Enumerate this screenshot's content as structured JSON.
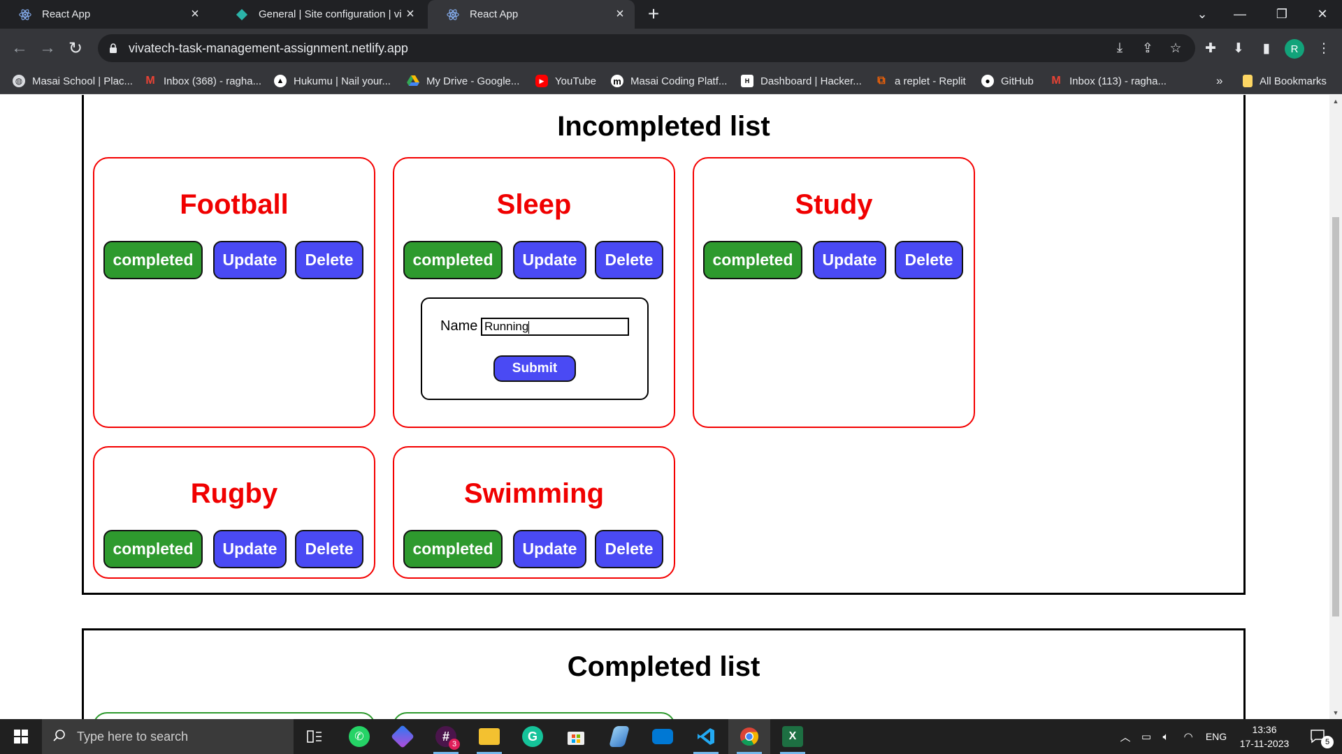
{
  "browser": {
    "tabs": [
      {
        "title": "React App",
        "icon": "react-icon",
        "active": false
      },
      {
        "title": "General | Site configuration | viv",
        "icon": "netlify-icon",
        "active": false
      },
      {
        "title": "React App",
        "icon": "react-icon",
        "active": true
      }
    ],
    "new_tab_glyph": "+",
    "url": "vivatech-task-management-assignment.netlify.app",
    "profile_initial": "R",
    "bookmarks": [
      {
        "label": "Masai School | Plac...",
        "icon": "globe-icon"
      },
      {
        "label": "Inbox (368) - ragha...",
        "icon": "gmail-icon"
      },
      {
        "label": "Hukumu | Nail your...",
        "icon": "hukumu-icon"
      },
      {
        "label": "My Drive - Google...",
        "icon": "drive-icon"
      },
      {
        "label": "YouTube",
        "icon": "youtube-icon"
      },
      {
        "label": "Masai Coding Platf...",
        "icon": "masai-icon"
      },
      {
        "label": "Dashboard | Hacker...",
        "icon": "hackerrank-icon"
      },
      {
        "label": "a replet - Replit",
        "icon": "replit-icon"
      },
      {
        "label": "GitHub",
        "icon": "github-icon"
      },
      {
        "label": "Inbox (113) - ragha...",
        "icon": "gmail-icon"
      }
    ],
    "more_bookmarks": "»",
    "all_bookmarks": "All Bookmarks"
  },
  "incompleted": {
    "title": "Incompleted list",
    "tasks": [
      {
        "name": "Football"
      },
      {
        "name": "Sleep"
      },
      {
        "name": "Study"
      },
      {
        "name": "Rugby"
      },
      {
        "name": "Swimming"
      }
    ]
  },
  "buttons": {
    "completed": "completed",
    "update": "Update",
    "delete": "Delete"
  },
  "update_form": {
    "label": "Name",
    "value": "Running",
    "submit": "Submit"
  },
  "completed": {
    "title": "Completed list"
  },
  "taskbar": {
    "search_placeholder": "Type here to search",
    "language": "ENG",
    "time": "13:36",
    "date": "17-11-2023",
    "notifications": "5",
    "slack_badge": "3"
  },
  "colors": {
    "task_title": "#f00000",
    "card_border": "#f40000",
    "completed_button": "#2e9a2e",
    "action_button": "#4a4af4"
  }
}
